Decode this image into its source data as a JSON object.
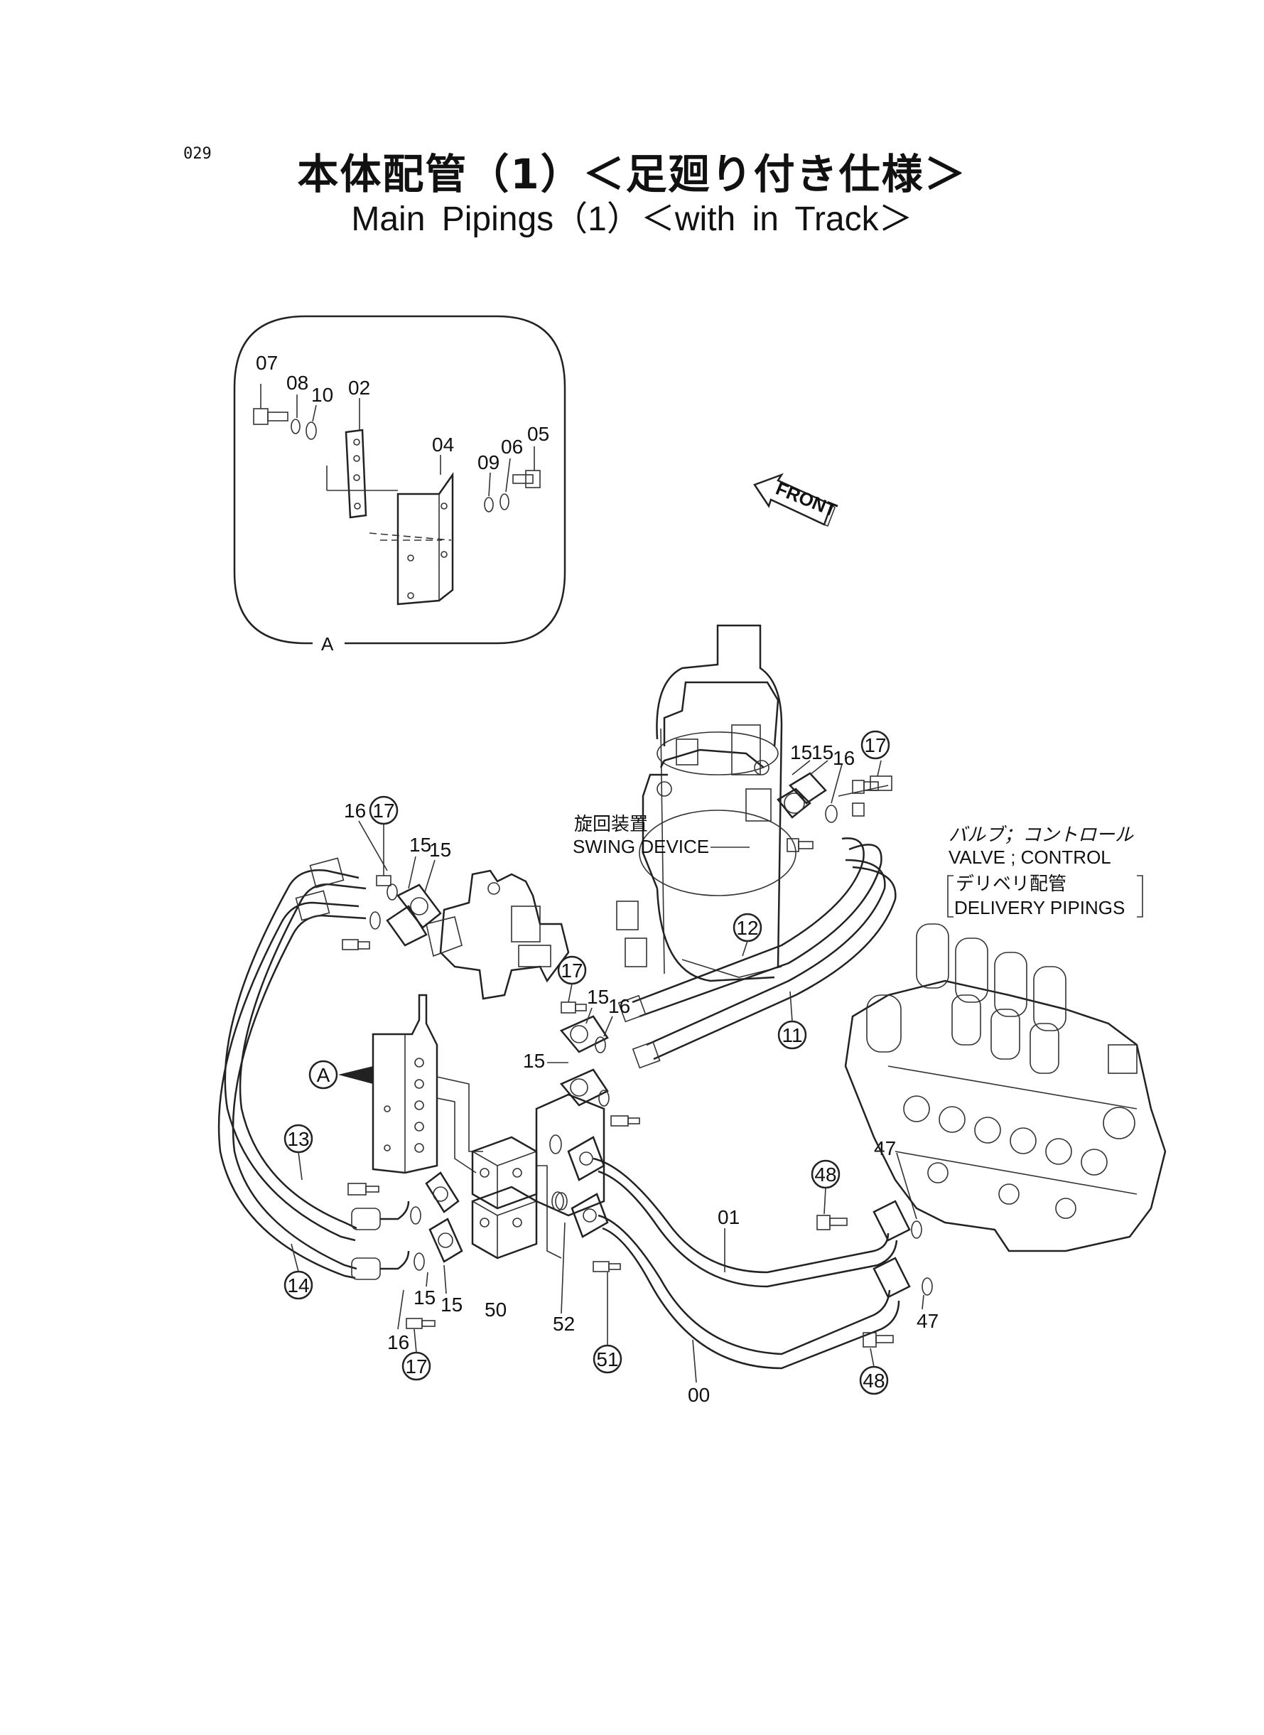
{
  "page_number": "029",
  "title_jp": "本体配管（1）＜足廻り付き仕様＞",
  "title_en": "Main  Pipings（1）＜with  in  Track＞",
  "detail_view": {
    "label": "A",
    "callouts": [
      "07",
      "08",
      "10",
      "02",
      "04",
      "09",
      "06",
      "05"
    ]
  },
  "front_arrow": "FRONT",
  "swing_device": {
    "jp": "旋回装置",
    "en": "SWING DEVICE"
  },
  "control_valve": {
    "jp1": "バルブ；コントロール",
    "en1": "VALVE ; CONTROL",
    "jp2": "デリベリ配管",
    "en2": "DELIVERY PIPINGS"
  },
  "view_marker": "A",
  "callouts": {
    "c15a": "15",
    "c15b": "15",
    "c16a": "16",
    "c17a": "17",
    "c16b": "16",
    "c17b": "17",
    "c15c": "15",
    "c15d": "15",
    "c12": "12",
    "c11": "11",
    "c17c": "17",
    "c15e": "15",
    "c16c": "16",
    "c15f": "15",
    "c13": "13",
    "c14": "14",
    "c47a": "47",
    "c48a": "48",
    "c01": "01",
    "c15g": "15",
    "c15h": "15",
    "c16d": "16",
    "c17d": "17",
    "c50": "50",
    "c52": "52",
    "c51": "51",
    "c00": "00",
    "c47b": "47",
    "c48b": "48"
  }
}
